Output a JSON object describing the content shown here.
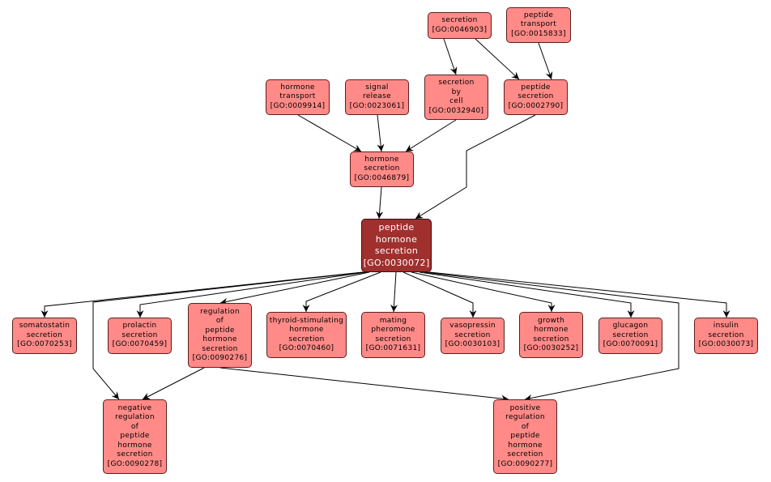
{
  "diagram": {
    "type": "GO term hierarchy graph",
    "colors": {
      "node_fill": "#ff8a87",
      "focus_fill": "#a0302e",
      "edge": "#000000"
    },
    "nodes": [
      {
        "id": "GO:0046903",
        "lines": [
          "secretion",
          "[GO:0046903]"
        ]
      },
      {
        "id": "GO:0015833",
        "lines": [
          "peptide",
          "transport",
          "[GO:0015833]"
        ]
      },
      {
        "id": "GO:0009914",
        "lines": [
          "hormone",
          "transport",
          "[GO:0009914]"
        ]
      },
      {
        "id": "GO:0023061",
        "lines": [
          "signal",
          "release",
          "[GO:0023061]"
        ]
      },
      {
        "id": "GO:0032940",
        "lines": [
          "secretion",
          "by",
          "cell",
          "[GO:0032940]"
        ]
      },
      {
        "id": "GO:0002790",
        "lines": [
          "peptide",
          "secretion",
          "[GO:0002790]"
        ]
      },
      {
        "id": "GO:0046879",
        "lines": [
          "hormone",
          "secretion",
          "[GO:0046879]"
        ]
      },
      {
        "id": "GO:0030072",
        "lines": [
          "peptide",
          "hormone",
          "secretion",
          "[GO:0030072]"
        ],
        "focus": true
      },
      {
        "id": "GO:0070253",
        "lines": [
          "somatostatin",
          "secretion",
          "[GO:0070253]"
        ]
      },
      {
        "id": "GO:0070459",
        "lines": [
          "prolactin",
          "secretion",
          "[GO:0070459]"
        ]
      },
      {
        "id": "GO:0090276",
        "lines": [
          "regulation",
          "of",
          "peptide",
          "hormone",
          "secretion",
          "[GO:0090276]"
        ]
      },
      {
        "id": "GO:0070460",
        "lines": [
          "thyroid-stimulating",
          "hormone",
          "secretion",
          "[GO:0070460]"
        ]
      },
      {
        "id": "GO:0071631",
        "lines": [
          "mating",
          "pheromone",
          "secretion",
          "[GO:0071631]"
        ]
      },
      {
        "id": "GO:0030103",
        "lines": [
          "vasopressin",
          "secretion",
          "[GO:0030103]"
        ]
      },
      {
        "id": "GO:0030252",
        "lines": [
          "growth",
          "hormone",
          "secretion",
          "[GO:0030252]"
        ]
      },
      {
        "id": "GO:0070091",
        "lines": [
          "glucagon",
          "secretion",
          "[GO:0070091]"
        ]
      },
      {
        "id": "GO:0030073",
        "lines": [
          "insulin",
          "secretion",
          "[GO:0030073]"
        ]
      },
      {
        "id": "GO:0090278",
        "lines": [
          "negative",
          "regulation",
          "of",
          "peptide",
          "hormone",
          "secretion",
          "[GO:0090278]"
        ]
      },
      {
        "id": "GO:0090277",
        "lines": [
          "positive",
          "regulation",
          "of",
          "peptide",
          "hormone",
          "secretion",
          "[GO:0090277]"
        ]
      }
    ],
    "edges": [
      {
        "from": "GO:0046903",
        "to": "GO:0032940"
      },
      {
        "from": "GO:0046903",
        "to": "GO:0002790"
      },
      {
        "from": "GO:0015833",
        "to": "GO:0002790"
      },
      {
        "from": "GO:0009914",
        "to": "GO:0046879"
      },
      {
        "from": "GO:0023061",
        "to": "GO:0046879"
      },
      {
        "from": "GO:0032940",
        "to": "GO:0046879"
      },
      {
        "from": "GO:0046879",
        "to": "GO:0030072"
      },
      {
        "from": "GO:0002790",
        "to": "GO:0030072"
      },
      {
        "from": "GO:0030072",
        "to": "GO:0070253"
      },
      {
        "from": "GO:0030072",
        "to": "GO:0090278"
      },
      {
        "from": "GO:0030072",
        "to": "GO:0070459"
      },
      {
        "from": "GO:0030072",
        "to": "GO:0090276"
      },
      {
        "from": "GO:0030072",
        "to": "GO:0070460"
      },
      {
        "from": "GO:0030072",
        "to": "GO:0071631"
      },
      {
        "from": "GO:0030072",
        "to": "GO:0030103"
      },
      {
        "from": "GO:0030072",
        "to": "GO:0030252"
      },
      {
        "from": "GO:0030072",
        "to": "GO:0070091"
      },
      {
        "from": "GO:0030072",
        "to": "GO:0090277"
      },
      {
        "from": "GO:0030072",
        "to": "GO:0030073"
      },
      {
        "from": "GO:0090276",
        "to": "GO:0090278"
      },
      {
        "from": "GO:0090276",
        "to": "GO:0090277"
      }
    ]
  }
}
